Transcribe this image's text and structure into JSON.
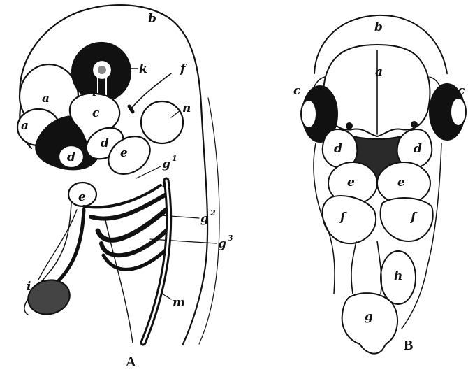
{
  "figure": {
    "panels": [
      {
        "caption": "A",
        "labels": {
          "b": "b",
          "k": "k",
          "l": "l",
          "f": "f",
          "n": "n",
          "a1": "a",
          "a2": "a",
          "c": "c",
          "d1": "d",
          "d2": "d",
          "e1": "e",
          "e2": "e",
          "g1": "g",
          "g1_sup": "1",
          "g2": "g",
          "g2_sup": "2",
          "g3": "g",
          "g3_sup": "3",
          "roman": "11",
          "i": "i",
          "m": "m"
        }
      },
      {
        "caption": "B",
        "labels": {
          "b": "b",
          "a": "a",
          "c_left": "c",
          "c_right": "c",
          "d_left": "d",
          "d_right": "d",
          "e_left": "e",
          "e_right": "e",
          "f_left": "f",
          "f_right": "f",
          "h": "h",
          "g": "g"
        }
      }
    ]
  }
}
